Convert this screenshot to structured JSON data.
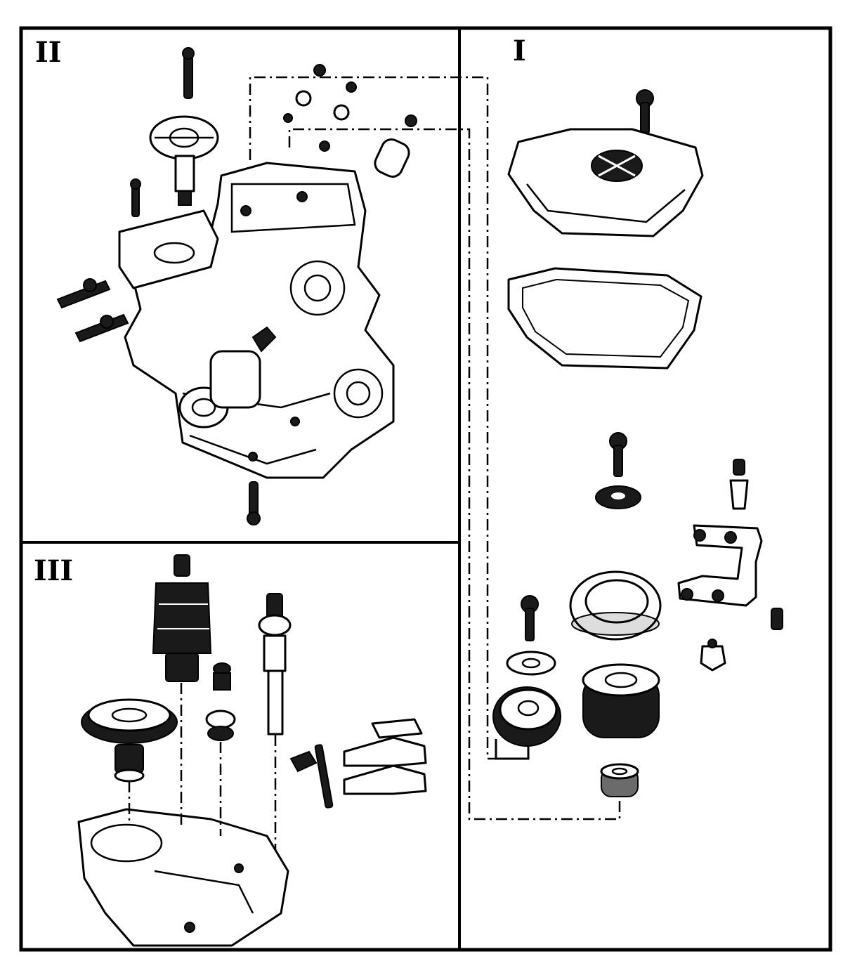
{
  "panels": {
    "panel_1": {
      "label": "I"
    },
    "panel_2": {
      "label": "II"
    },
    "panel_3": {
      "label": "III"
    }
  },
  "colors": {
    "ink": "#000000",
    "paper": "#ffffff",
    "shade": "#6b6b6b"
  }
}
